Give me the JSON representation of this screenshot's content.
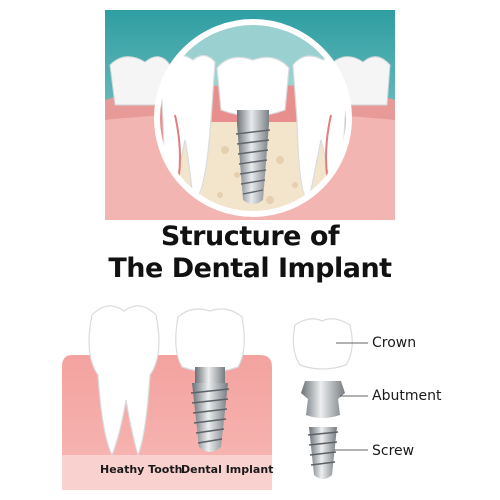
{
  "title": {
    "line1": "Structure of",
    "line2": "The Dental Implant"
  },
  "captions": {
    "healthy": "Heathy Tooth",
    "implant": "Dental Implant"
  },
  "parts": {
    "crown": "Crown",
    "abutment": "Abutment",
    "screw": "Screw"
  },
  "colors": {
    "background_teal": "#7fc3c4",
    "gum_pink": "#f0a7a4",
    "gum_dark": "#d9787a",
    "tooth_white": "#ffffff",
    "bone_beige": "#f3e4cc",
    "metal_grey": "#9aa0a6"
  }
}
